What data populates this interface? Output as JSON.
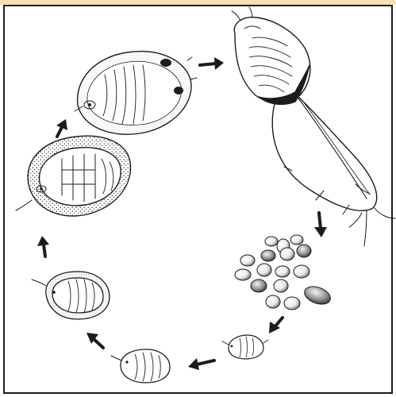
{
  "diagram": {
    "stages": [
      {
        "id": "adult-female-with-ovisac"
      },
      {
        "id": "eggs"
      },
      {
        "id": "first-instar-crawler"
      },
      {
        "id": "second-instar-nymph"
      },
      {
        "id": "third-instar-nymph"
      },
      {
        "id": "waxy-scale-nymph"
      },
      {
        "id": "young-adult-female"
      }
    ],
    "arrow_direction": "clockwise",
    "line_color": "#1c1c1c",
    "accent_color": "#f1e2b6"
  }
}
